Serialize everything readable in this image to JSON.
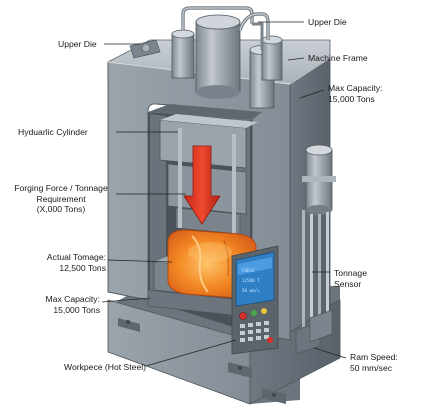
{
  "labels": {
    "upper_die_left": "Upper Die",
    "upper_die_right": "Upper Die",
    "machine_frame": "Machine Frame",
    "max_capacity_top": [
      "Max Capacity:",
      "15,000 Tons"
    ],
    "hydraulic_cylinder": "Hyduarlic Cylinder",
    "forging_force": [
      "Forging Force / Tonnage",
      "Requirement",
      "(X,000 Tons)"
    ],
    "actual_tonnage": [
      "Actual Tomage:",
      "12,500 Tons"
    ],
    "max_capacity_bottom": [
      "Max Capacity:",
      "15,000 Tons"
    ],
    "tonnage_sensor": [
      "Tonnage",
      "Sensor"
    ],
    "workpiece": "Workpece (Hot Steel)",
    "ram_speed": [
      "Ram Speed:",
      "50 mm/sec"
    ]
  },
  "colors": {
    "frame": "#8a939c",
    "frame_dark": "#5f676f",
    "frame_light": "#b3bac1",
    "workpiece": "#f07a1e",
    "workpiece_glow": "#ffb15a",
    "force_arrow": "#e0341f",
    "panel_screen": "#2f7fc4",
    "panel_button_red": "#d8322b",
    "panel_button_green": "#4aa84a"
  },
  "icons": {
    "force_arrow": "down-arrow-icon",
    "panel_buttons": "control-button-icon"
  }
}
